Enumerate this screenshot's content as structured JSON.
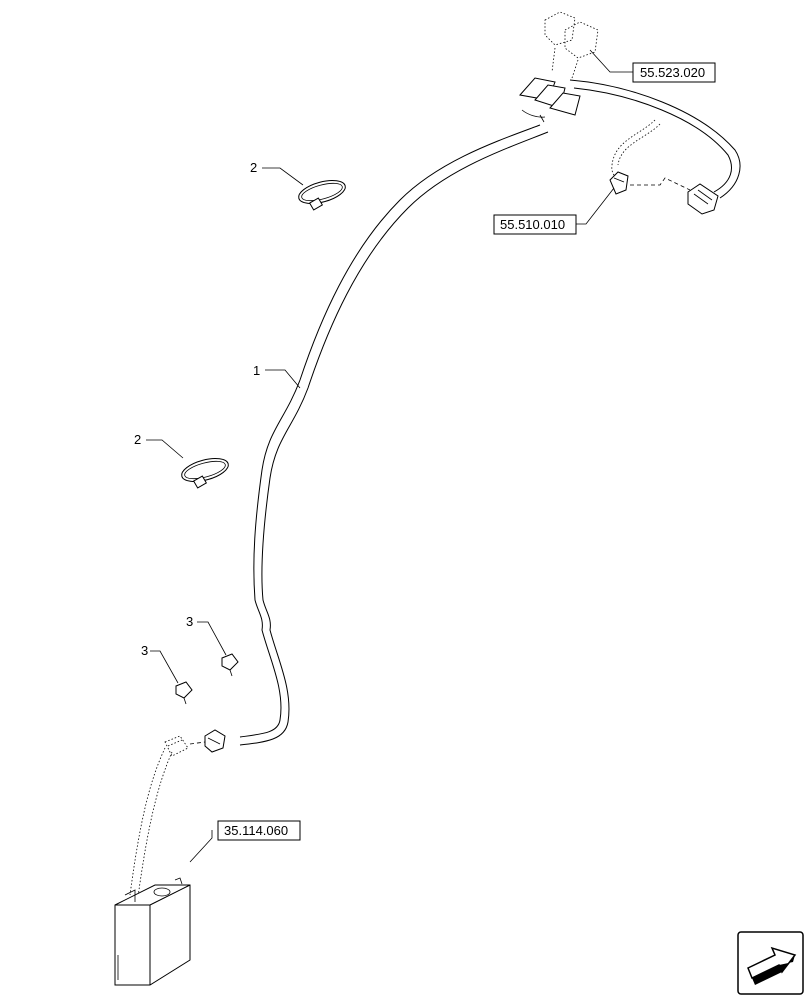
{
  "callouts": {
    "harness": "1",
    "strap_upper": "2",
    "strap_lower": "2",
    "clip_right": "3",
    "clip_left": "3"
  },
  "references": {
    "top_connectors": "55.523.020",
    "mid_connector": "55.510.010",
    "valve_block": "35.114.060"
  },
  "icons": {
    "navigation": "next-page-arrow-icon"
  }
}
